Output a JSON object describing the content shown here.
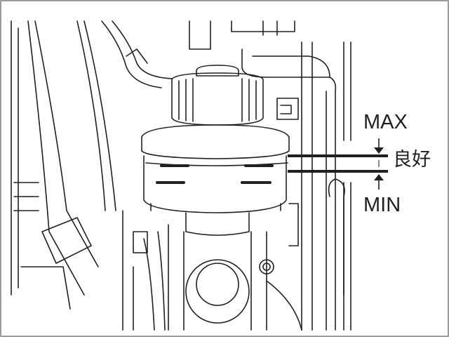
{
  "labels": {
    "max": "MAX",
    "good": "良好",
    "min": "MIN"
  },
  "colors": {
    "ink": "#231f20",
    "border": "#9a9a9a",
    "background": "#ffffff"
  }
}
